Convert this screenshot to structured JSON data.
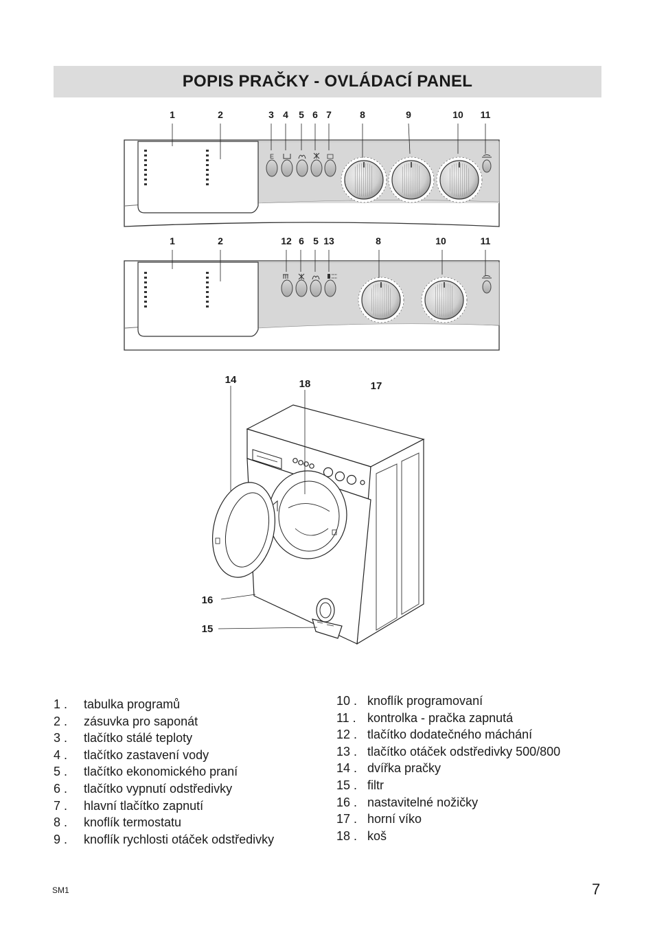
{
  "header": {
    "title": "POPIS PRAČKY - OVLÁDACÍ PANEL"
  },
  "panel_top": {
    "callouts": [
      "1",
      "2",
      "3",
      "4",
      "5",
      "6",
      "7",
      "8",
      "9",
      "10",
      "11"
    ]
  },
  "panel_bottom": {
    "callouts": [
      "1",
      "2",
      "12",
      "6",
      "5",
      "13",
      "8",
      "10",
      "11"
    ]
  },
  "machine": {
    "callouts": [
      "14",
      "18",
      "17",
      "16",
      "15"
    ]
  },
  "legend_left": [
    {
      "num": "1 .",
      "text": "tabulka programů"
    },
    {
      "num": "2 .",
      "text": "zásuvka pro saponát"
    },
    {
      "num": "3 .",
      "text": "tlačítko stálé  teploty"
    },
    {
      "num": "4 .",
      "text": "tlačítko zastavení vody"
    },
    {
      "num": "5 .",
      "text": "tlačítko ekonomického praní"
    },
    {
      "num": "6 .",
      "text": "tlačítko vypnutí odstředivky"
    },
    {
      "num": "7 .",
      "text": "hlavní  tlačítko zapnutí"
    },
    {
      "num": "8 .",
      "text": "knoflík termostatu"
    },
    {
      "num": "9 .",
      "text": "knoflík rychlosti otáček odstředivky"
    }
  ],
  "legend_right": [
    {
      "num": "10 .",
      "text": "knoflík programovaní"
    },
    {
      "num": "11 .",
      "text": "kontrolka -  pračka zapnutá"
    },
    {
      "num": "12 .",
      "text": "tlačítko dodatečného máchání"
    },
    {
      "num": "13 .",
      "text": "tlačítko otáček odstředivky 500/800"
    },
    {
      "num": "14 .",
      "text": "dvířka pračky"
    },
    {
      "num": "15 .",
      "text": "filtr"
    },
    {
      "num": "16 .",
      "text": "nastavitelné nožičky"
    },
    {
      "num": "17 .",
      "text": "horní víko"
    },
    {
      "num": "18 .",
      "text": "koš"
    }
  ],
  "footer": {
    "code": "SM1",
    "page": "7"
  }
}
